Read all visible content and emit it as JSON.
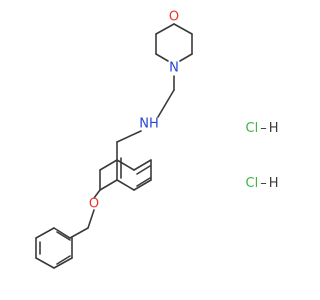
{
  "atoms": {
    "oxygen_morpholine": "O",
    "nitrogen_morpholine": "N",
    "nitrogen_amine": "NH",
    "oxygen_ether": "O"
  },
  "salts": [
    {
      "formula": "Cl–H"
    },
    {
      "formula": "Cl–H"
    }
  ],
  "colors": {
    "bond": "#3a3a3a",
    "oxygen": "#e8352b",
    "nitrogen": "#2346d6",
    "chlorine": "#3fb43f",
    "hydrogen": "#3a3a3a"
  }
}
